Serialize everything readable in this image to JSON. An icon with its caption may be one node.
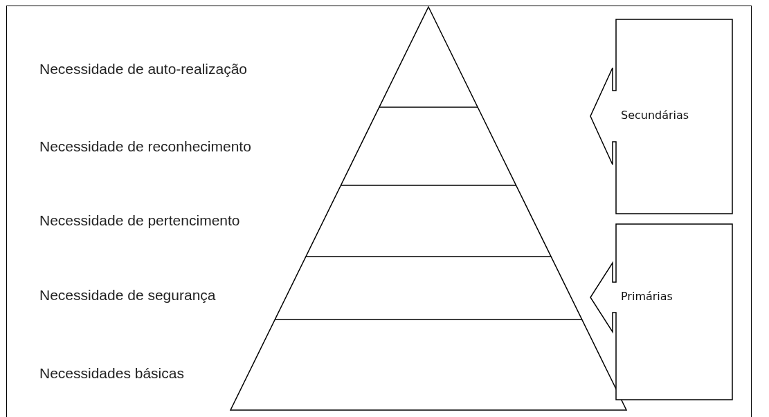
{
  "diagram": {
    "nodes": [
      {
        "text": [
          "Secundárias"
        ]
      },
      {
        "text": [
          "Primárias"
        ]
      }
    ],
    "labels": [
      "Necessidade de auto-realização",
      "Necessidade de reconhecimento",
      "Necessidade de pertencimento",
      "Necessidade de segurança",
      "Necessidades básicas"
    ]
  }
}
